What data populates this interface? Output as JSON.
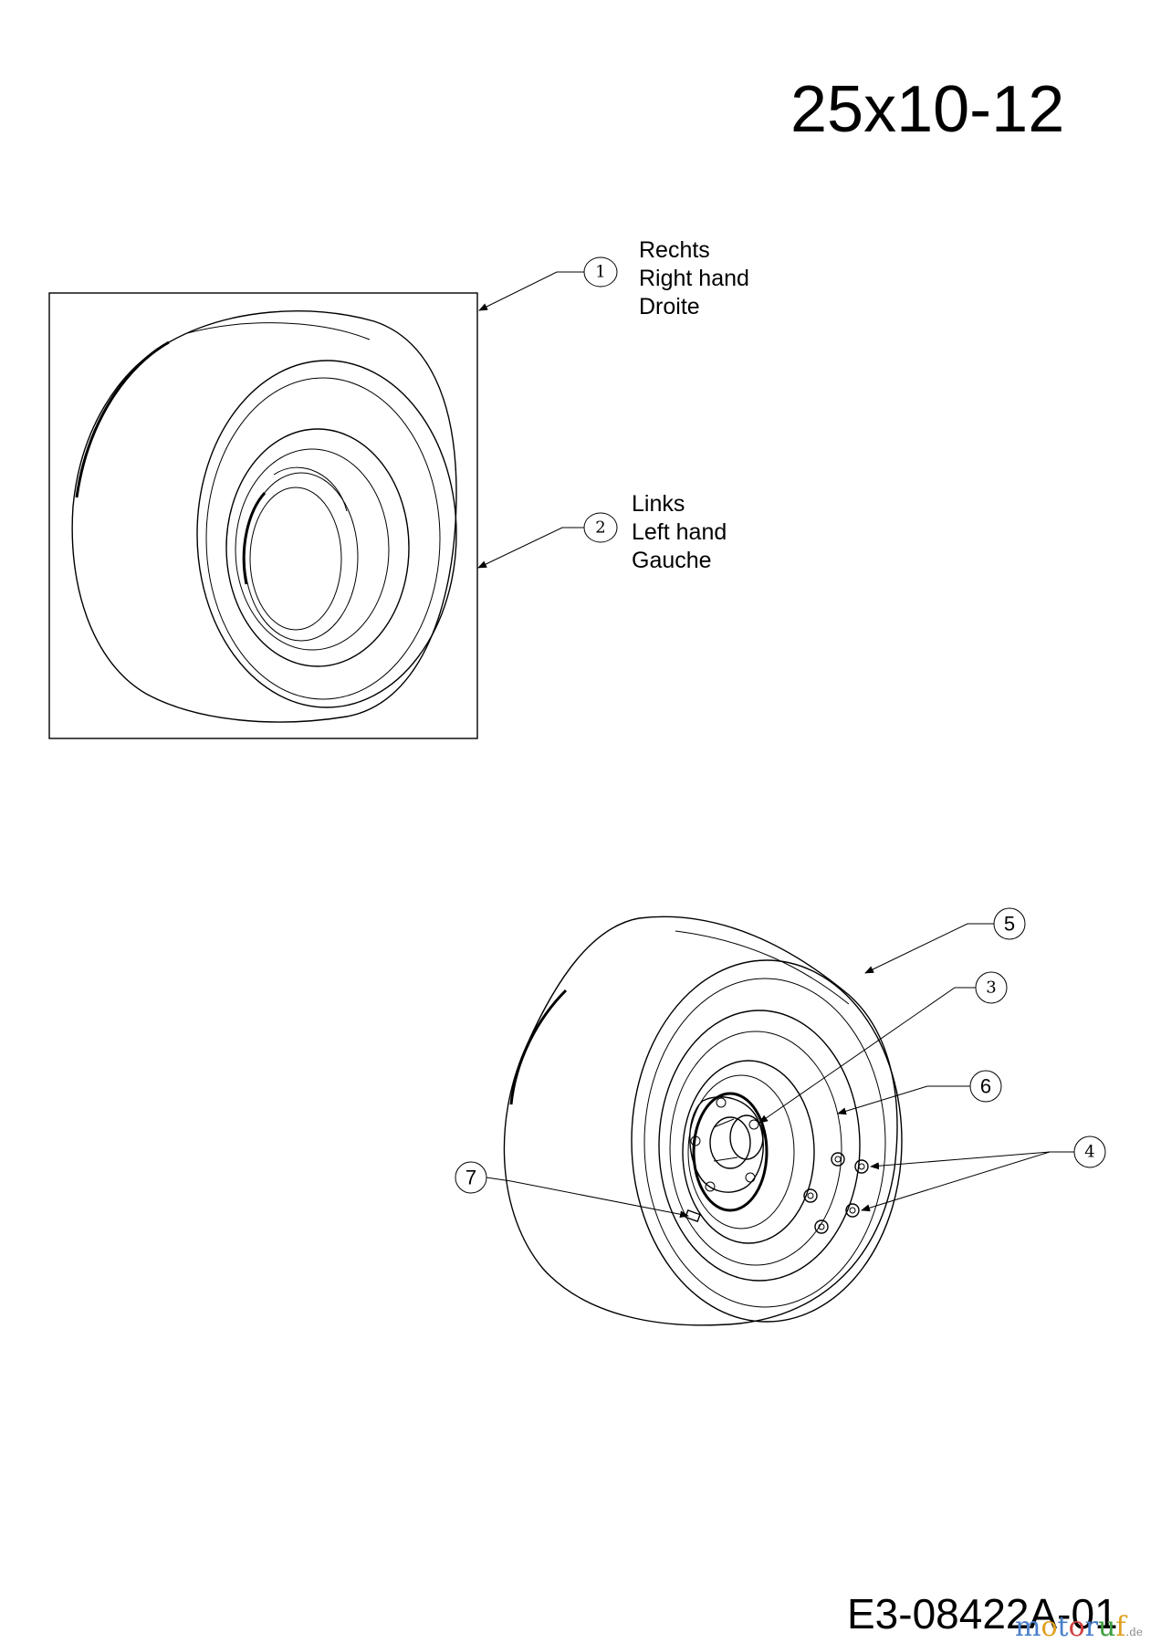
{
  "title": "25x10-12",
  "part_number": "E3-08422A-01",
  "watermark": {
    "letters": [
      "m",
      "o",
      "t",
      "o",
      "r",
      "u",
      "f"
    ],
    "colors": [
      "#4a7fc9",
      "#e0a020",
      "#4a7fc9",
      "#d04040",
      "#4a7fc9",
      "#3fa040",
      "#e0a020"
    ],
    "suffix": ".de"
  },
  "callouts": [
    {
      "number": "1",
      "lines": [
        "Rechts",
        "Right hand",
        "Droite"
      ]
    },
    {
      "number": "2",
      "lines": [
        "Links",
        "Left hand",
        "Gauche"
      ]
    },
    {
      "number": "3"
    },
    {
      "number": "4"
    },
    {
      "number": "5"
    },
    {
      "number": "6"
    },
    {
      "number": "7"
    }
  ]
}
